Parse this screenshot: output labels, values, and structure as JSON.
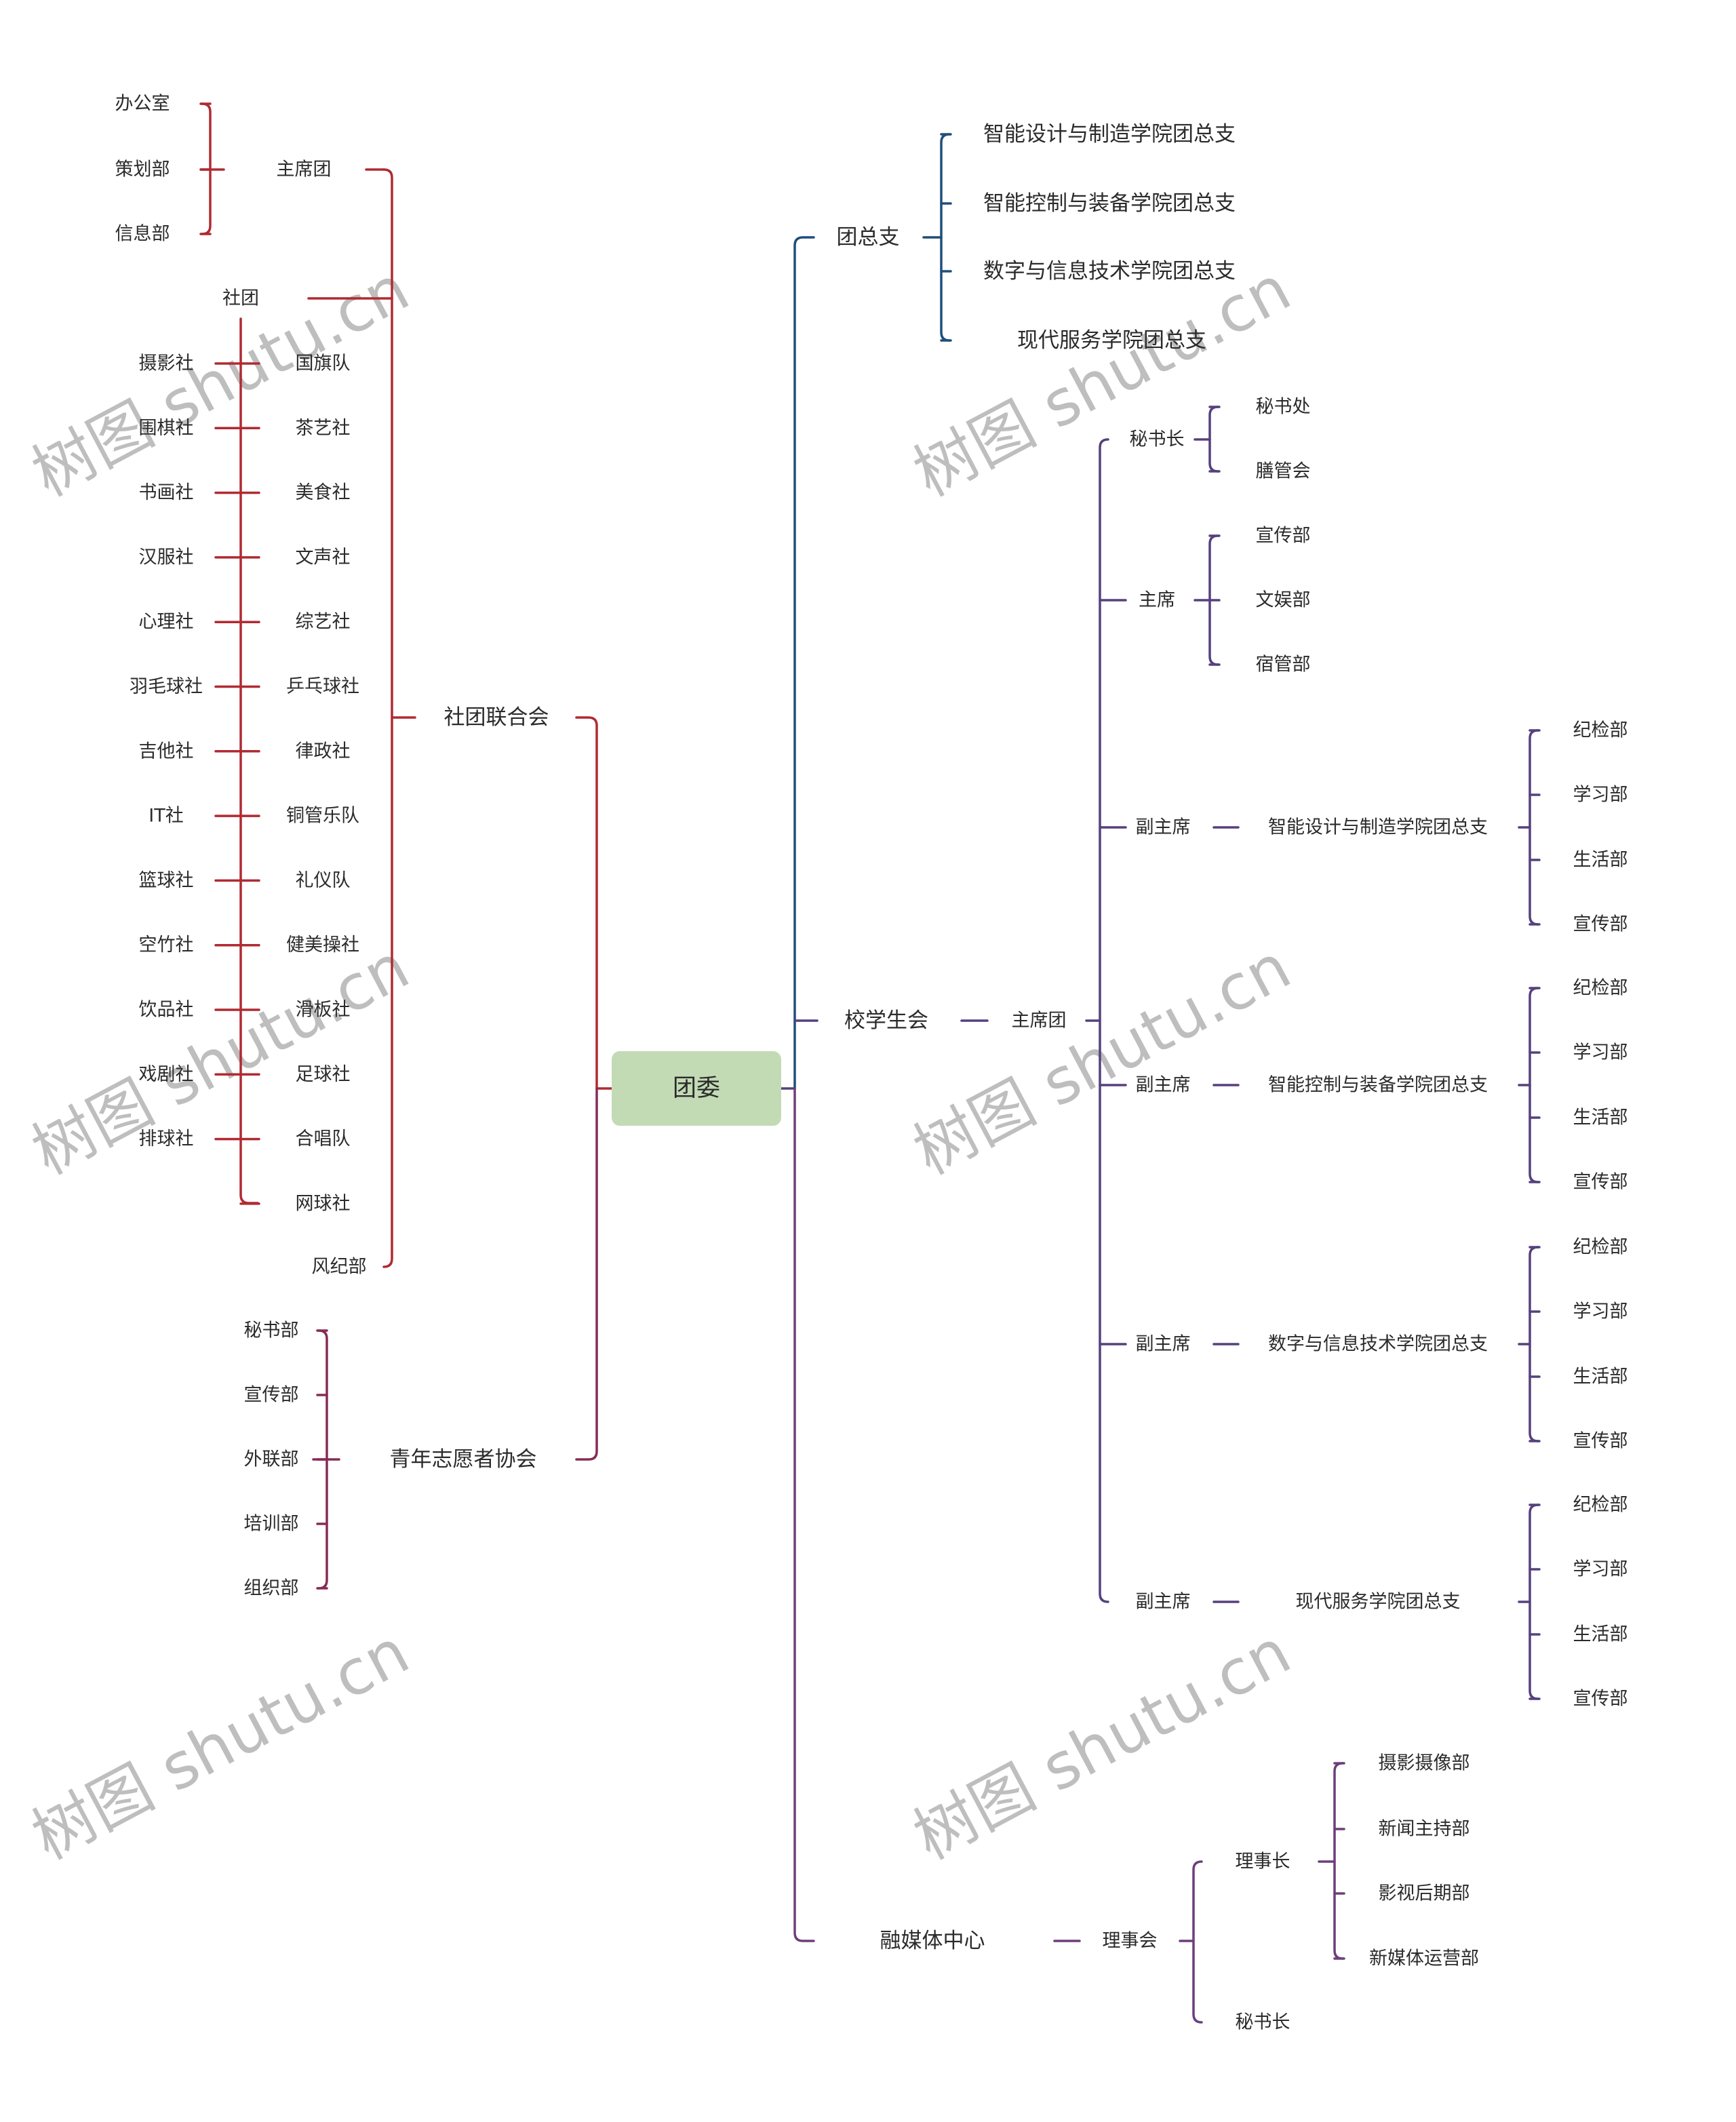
{
  "colors": {
    "root_fill": "#c3dbb5",
    "branch_org": "#1f4e79",
    "branch_union": "#56407e",
    "branch_media": "#6d3f7a",
    "branch_club": "#b12a32",
    "branch_volunteer": "#872b56",
    "watermark": "#b8b8b8"
  },
  "watermark": "树图 shutu.cn",
  "root": "团委",
  "tuan_zong_zhi": {
    "label": "团总支",
    "items": [
      "智能设计与制造学院团总支",
      "智能控制与装备学院团总支",
      "数字与信息技术学院团总支",
      "现代服务学院团总支"
    ]
  },
  "student_union": {
    "label": "校学生会",
    "presidium": "主席团",
    "secretary_general": {
      "label": "秘书长",
      "items": [
        "秘书处",
        "膳管会"
      ]
    },
    "chairman": {
      "label": "主席",
      "items": [
        "宣传部",
        "文娱部",
        "宿管部"
      ]
    },
    "vice_chairs": [
      {
        "label": "副主席",
        "branch": "智能设计与制造学院团总支",
        "items": [
          "纪检部",
          "学习部",
          "生活部",
          "宣传部"
        ]
      },
      {
        "label": "副主席",
        "branch": "智能控制与装备学院团总支",
        "items": [
          "纪检部",
          "学习部",
          "生活部",
          "宣传部"
        ]
      },
      {
        "label": "副主席",
        "branch": "数字与信息技术学院团总支",
        "items": [
          "纪检部",
          "学习部",
          "生活部",
          "宣传部"
        ]
      },
      {
        "label": "副主席",
        "branch": "现代服务学院团总支",
        "items": [
          "纪检部",
          "学习部",
          "生活部",
          "宣传部"
        ]
      }
    ]
  },
  "media_center": {
    "label": "融媒体中心",
    "council": "理事会",
    "chairman": {
      "label": "理事长",
      "items": [
        "摄影摄像部",
        "新闻主持部",
        "影视后期部",
        "新媒体运营部"
      ]
    },
    "secretary": "秘书长"
  },
  "club_union": {
    "label": "社团联合会",
    "presidium": {
      "label": "主席团",
      "items": [
        "办公室",
        "策划部",
        "信息部"
      ]
    },
    "clubs": {
      "label": "社团",
      "left": [
        "摄影社",
        "围棋社",
        "书画社",
        "汉服社",
        "心理社",
        "羽毛球社",
        "吉他社",
        "IT社",
        "篮球社",
        "空竹社",
        "饮品社",
        "戏剧社",
        "排球社"
      ],
      "right": [
        "国旗队",
        "茶艺社",
        "美食社",
        "文声社",
        "综艺社",
        "乒乓球社",
        "律政社",
        "铜管乐队",
        "礼仪队",
        "健美操社",
        "滑板社",
        "足球社",
        "合唱队",
        "网球社"
      ]
    },
    "discipline": "风纪部"
  },
  "volunteer": {
    "label": "青年志愿者协会",
    "items": [
      "秘书部",
      "宣传部",
      "外联部",
      "培训部",
      "组织部"
    ]
  }
}
